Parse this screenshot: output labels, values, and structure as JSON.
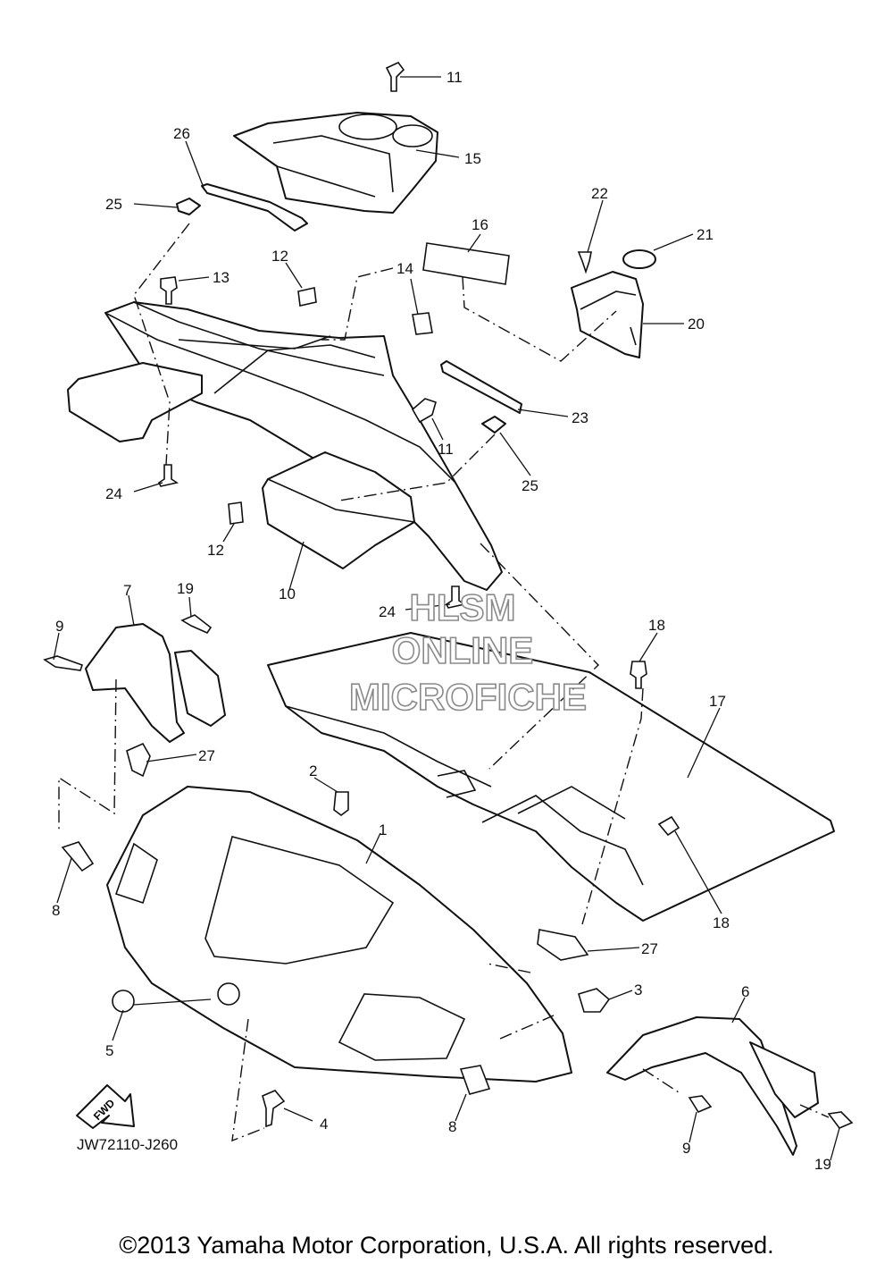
{
  "callouts": {
    "c11a": "11",
    "c15": "15",
    "c26": "26",
    "c25a": "25",
    "c16": "16",
    "c22": "22",
    "c21": "21",
    "c12a": "12",
    "c13": "13",
    "c14": "14",
    "c20": "20",
    "c23": "23",
    "c11b": "11",
    "c25b": "25",
    "c24a": "24",
    "c12b": "12",
    "c10": "10",
    "c7": "7",
    "c19a": "19",
    "c9a": "9",
    "c24b": "24",
    "c18a": "18",
    "c17": "17",
    "c27a": "27",
    "c2": "2",
    "c1": "1",
    "c8a": "8",
    "c18b": "18",
    "c27b": "27",
    "c3": "3",
    "c6": "6",
    "c5": "5",
    "c4": "4",
    "c8b": "8",
    "c9b": "9",
    "c19b": "19"
  },
  "watermark": {
    "line1": "HLSM",
    "line2": "ONLINE",
    "line3": "MICROFICHE"
  },
  "fwd_label": "FWD",
  "figure_code": "JW72110-J260",
  "copyright": "©2013 Yamaha Motor Corporation, U.S.A. All rights reserved.",
  "colors": {
    "ink": "#111111",
    "watermark_outline": "#8a8a8a",
    "background": "#ffffff"
  }
}
